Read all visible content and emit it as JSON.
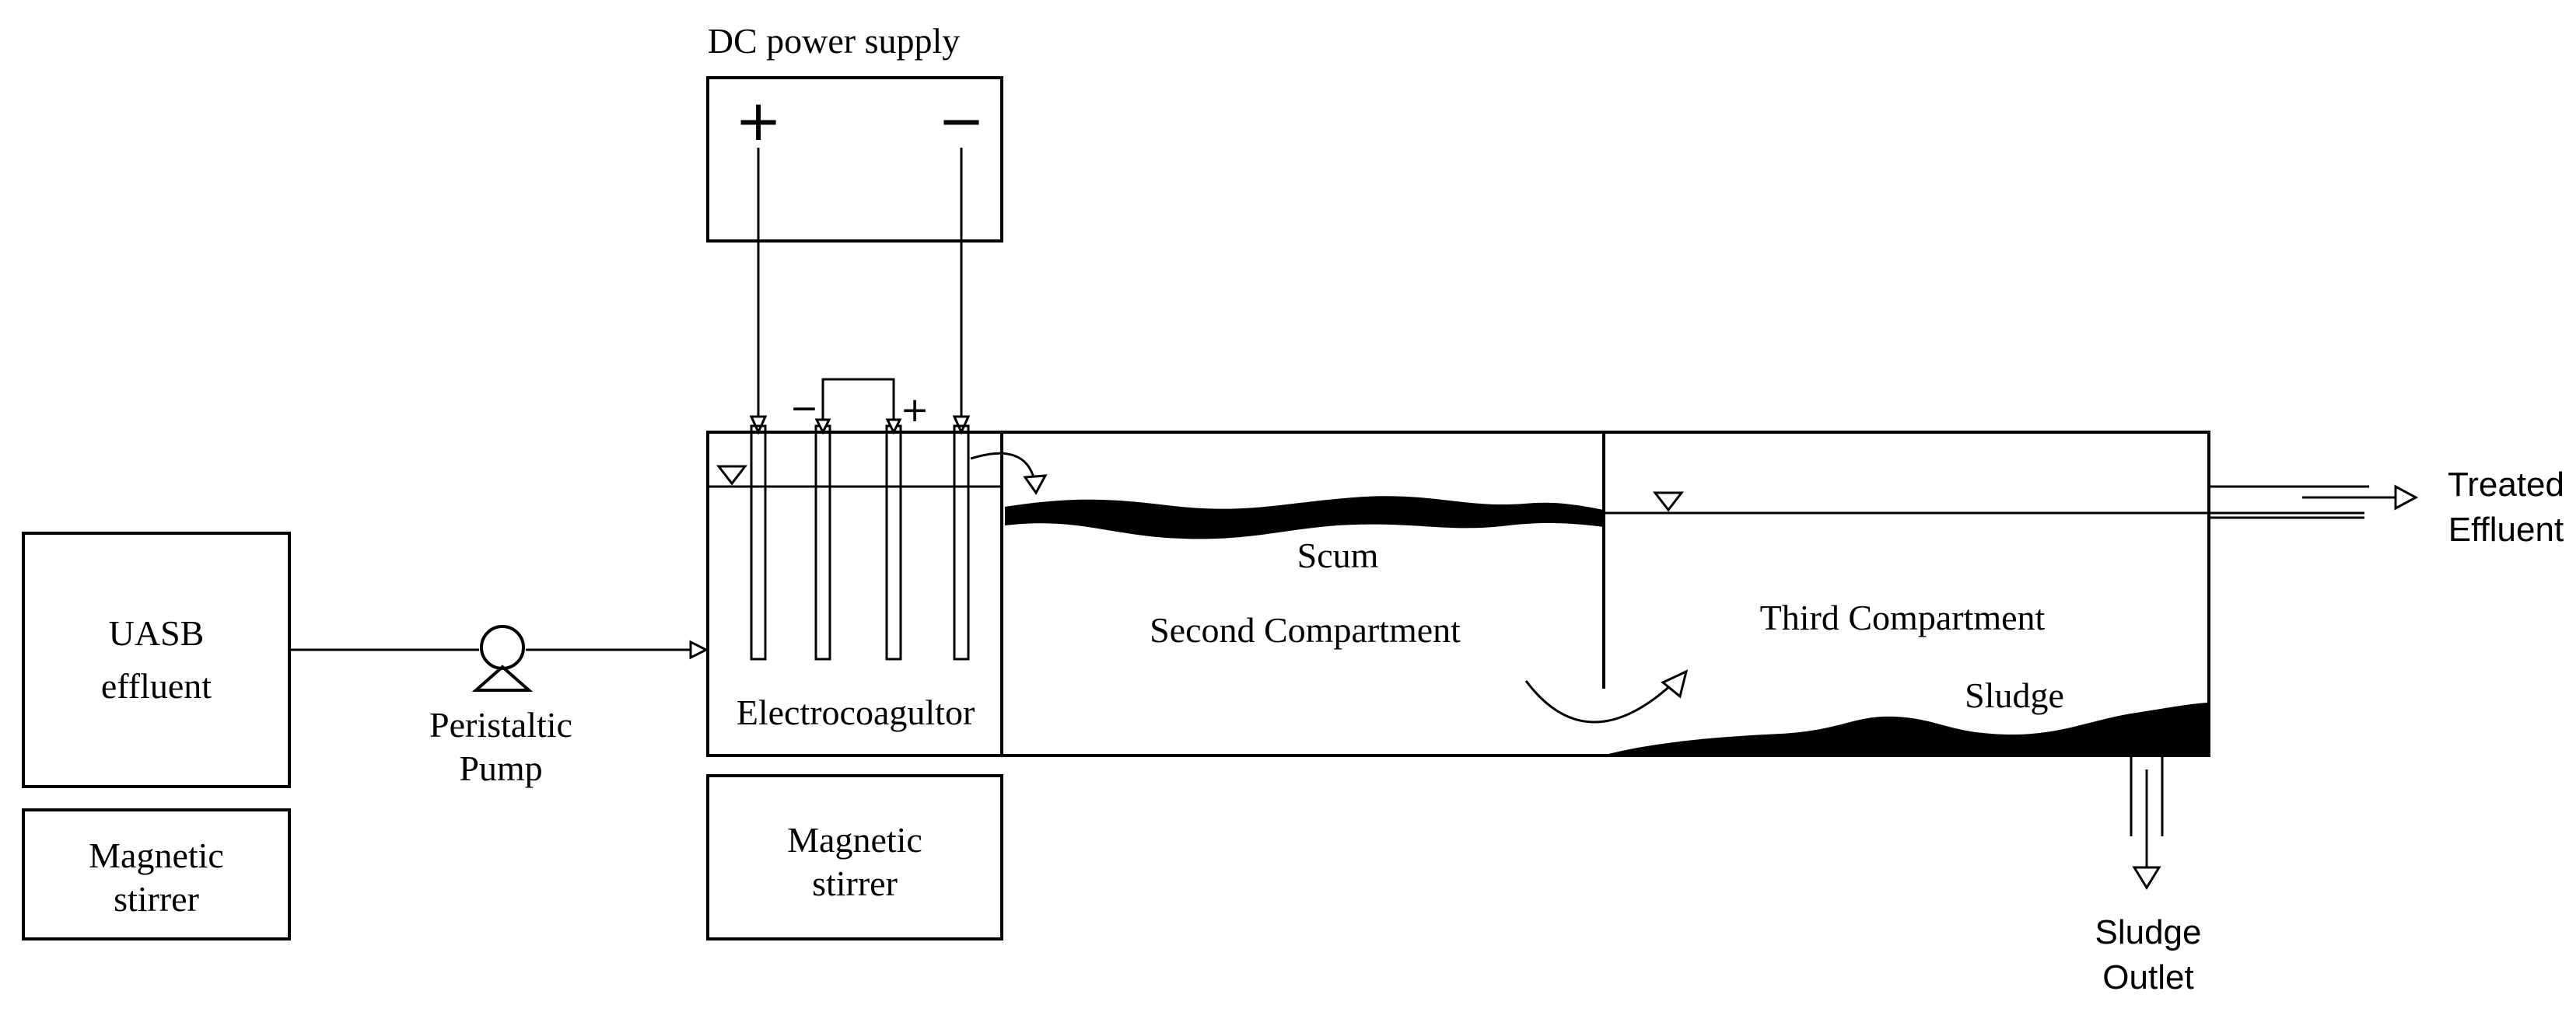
{
  "labels": {
    "power_supply": "DC power supply",
    "positive": "+",
    "negative": "−",
    "uasb_line1": "UASB",
    "uasb_line2": "effluent",
    "stirrer_left_line1": "Magnetic",
    "stirrer_left_line2": "stirrer",
    "pump_line1": "Peristaltic",
    "pump_line2": "Pump",
    "electrocoagulator": "Electrocoagultor",
    "stirrer_mid_line1": "Magnetic",
    "stirrer_mid_line2": "stirrer",
    "scum": "Scum",
    "second_compartment": "Second Compartment",
    "third_compartment": "Third Compartment",
    "sludge": "Sludge",
    "treated_line1": "Treated",
    "treated_line2": "Effluent",
    "outlet_line1": "Sludge",
    "outlet_line2": "Outlet"
  }
}
